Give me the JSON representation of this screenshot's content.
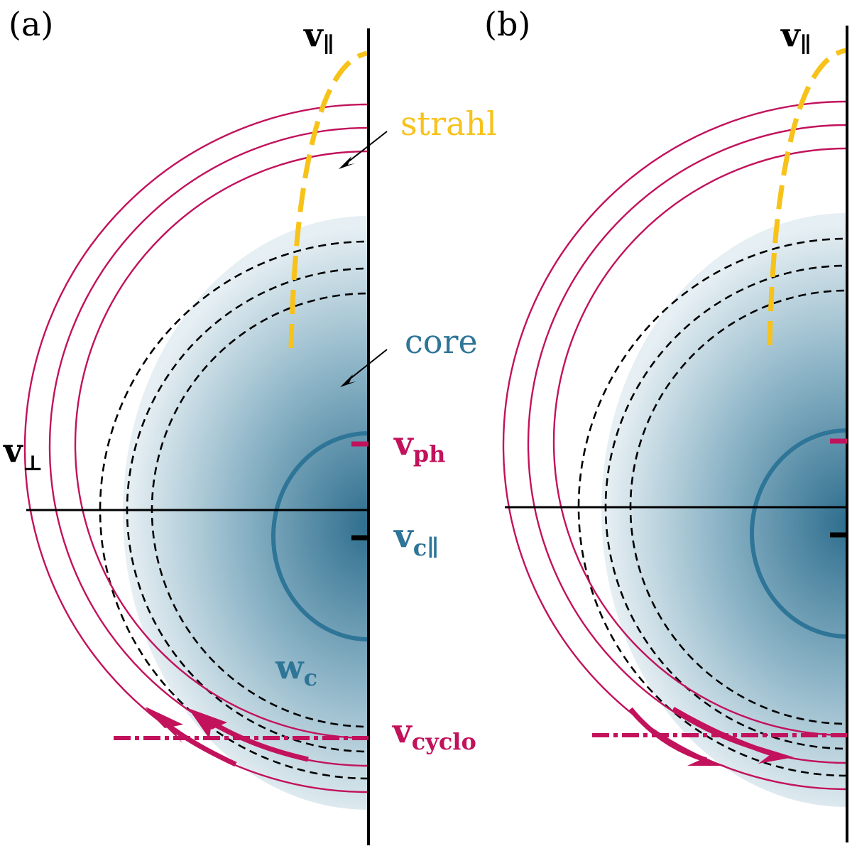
{
  "panels": {
    "a": {
      "tag": "(a)",
      "v_par": "v",
      "v_par_sub": "∥",
      "v_perp": "v",
      "v_perp_sub": "⊥",
      "strahl": "strahl",
      "core": "core",
      "v_ph": "v",
      "v_ph_sub": "ph",
      "v_c": "v",
      "v_c_sub": "c∥",
      "w_c": "w",
      "w_c_sub": "c",
      "v_cyclo": "v",
      "v_cyclo_sub": "cyclo"
    },
    "b": {
      "tag": "(b)",
      "v_par": "v",
      "v_par_sub": "∥"
    }
  },
  "colors": {
    "resonance": "#c2125c",
    "strahl": "#f7c21a",
    "core": "#2e7597",
    "axis": "#000000"
  }
}
